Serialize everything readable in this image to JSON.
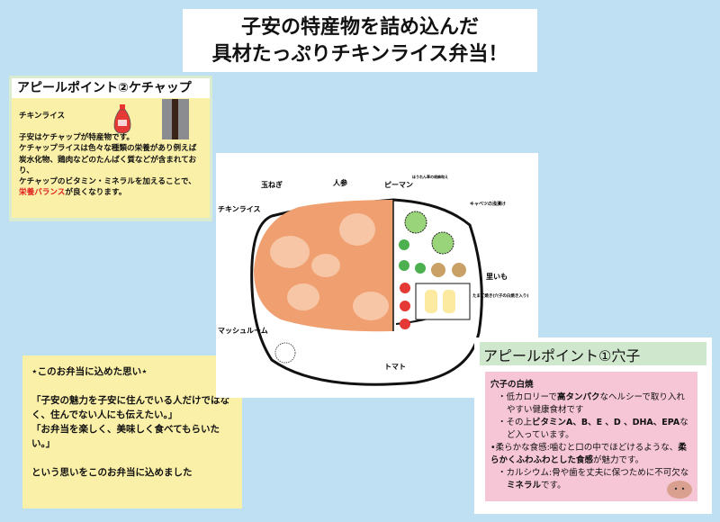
{
  "title": {
    "line1": "子安の特産物を詰め込んだ",
    "line2": "具材たっぷりチキンライス弁当！"
  },
  "ketchup_box": {
    "heading": "アピールポイント②ケチャップ",
    "subtitle": "チキンライス",
    "lines": [
      "子安はケチャップが特産物です。",
      "ケチャップライスは色々な種類の栄養があり例えば",
      "炭水化物、鶏肉などのたんぱく質などが含まれており、",
      "ケチャップのビタミン・ミネラルを加えることで、"
    ],
    "highlight": "栄養バランス",
    "tail": "が良くなります。"
  },
  "drawing_labels": {
    "chicken_rice": "チキンライス",
    "onion": "玉ねぎ",
    "carrot": "人参",
    "pepper": "ピーマン",
    "greens": "ほうれん草の胡麻和え",
    "cabbage": "キャベツの浅漬け",
    "taro": "里いも",
    "omelette": "たまご焼き(穴子の白焼き入り)",
    "mushroom": "マッシュルーム",
    "tomato": "トマト"
  },
  "wish_box": {
    "heading": "⋆このお弁当に込めた思い⋆",
    "quote1": "「子安の魅力を子安に住んでいる人だけではなく、住んでない人にも伝えたい。」",
    "quote2": "「お弁当を楽しく、美味しく食べてもらいたい。」",
    "closing": "という思いをこのお弁当に込めました"
  },
  "anago_box": {
    "heading": "アピールポイント①穴子",
    "subtitle": "穴子の白焼",
    "b1a": "・低カロリーで",
    "b1b": "高タンパク",
    "b1c": "なヘルシーで取り入れやすい健康食材です",
    "b2a": "・その上",
    "b2b": "ビタミンA、B、E 、D 、DHA、EPA",
    "b2c": "など入っています。",
    "b3a": "•柔らかな食感:噛むと口の中でほどけるような、",
    "b3b": "柔らかくふわふわとした食感",
    "b3c": "が魅力です。",
    "b4a": "・カルシウム:骨や歯を丈夫に保つために不可欠な",
    "b4b": "ミネラル",
    "b4c": "です。"
  },
  "colors": {
    "background": "#bfe0f3",
    "yellow": "#fbf0a8",
    "pink": "#f6c6d6",
    "green": "#cfe7cc",
    "rice": "#f0a070",
    "accent_red": "#e02020"
  }
}
